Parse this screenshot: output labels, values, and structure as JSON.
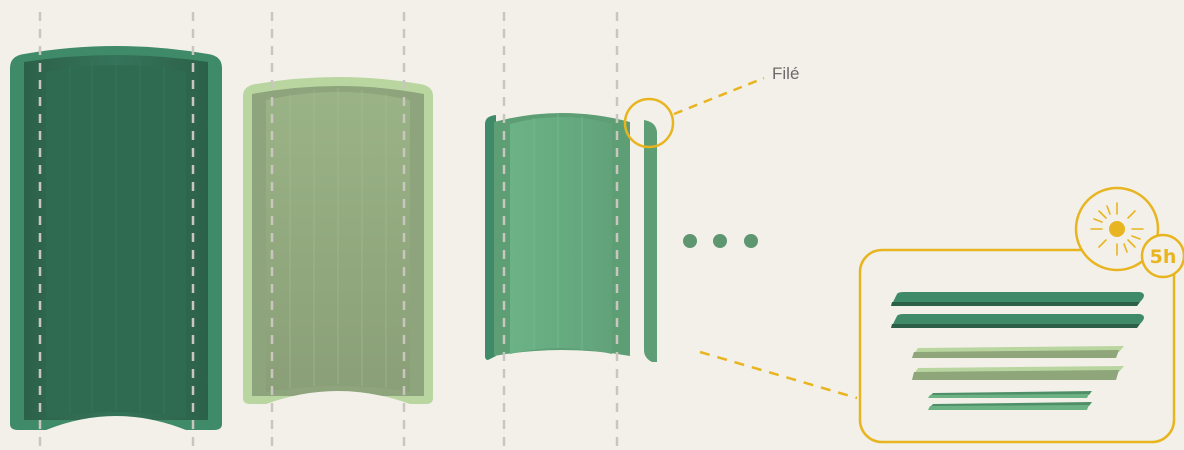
{
  "callout": {
    "label": "Filé"
  },
  "drying_badge": {
    "hours": "5h",
    "icon": "sun-icon"
  },
  "colors": {
    "background": "#f3f0ea",
    "dark_green": "#2f6b52",
    "dark_green_edge": "#3f8a68",
    "sage": "#8fa57a",
    "sage_edge": "#b9d6a0",
    "light_green": "#6cb285",
    "light_green_edge": "#5e9e75",
    "accent_yellow": "#e8b520",
    "guide_line": "#c9c6c0",
    "dots": "#5e9670"
  },
  "stages": [
    {
      "name": "dark-green-sheet"
    },
    {
      "name": "sage-sheet"
    },
    {
      "name": "light-green-sheet"
    }
  ]
}
